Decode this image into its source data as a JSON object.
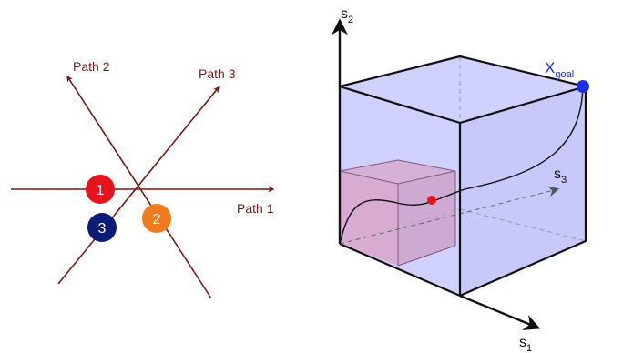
{
  "left_diagram": {
    "colors": {
      "path": "#7a1a12"
    },
    "paths": [
      {
        "label": "Path 1"
      },
      {
        "label": "Path 2"
      },
      {
        "label": "Path 3"
      }
    ],
    "agents": [
      {
        "label": "1",
        "color": "#e8141c"
      },
      {
        "label": "2",
        "color": "#f47a1f"
      },
      {
        "label": "3",
        "color": "#0c1a78"
      }
    ]
  },
  "right_diagram": {
    "colors": {
      "outer_cube": "#ccccff",
      "inner_cube": "#d9a6c9",
      "axis": "#111111",
      "goal": "#1a2ee8",
      "start": "#e8141c"
    },
    "axes": [
      {
        "name": "s",
        "subscript": "2"
      },
      {
        "name": "s",
        "subscript": "3"
      },
      {
        "name": "s",
        "subscript": "1"
      }
    ],
    "goal_label": {
      "main": "X",
      "subscript": "goal"
    }
  }
}
